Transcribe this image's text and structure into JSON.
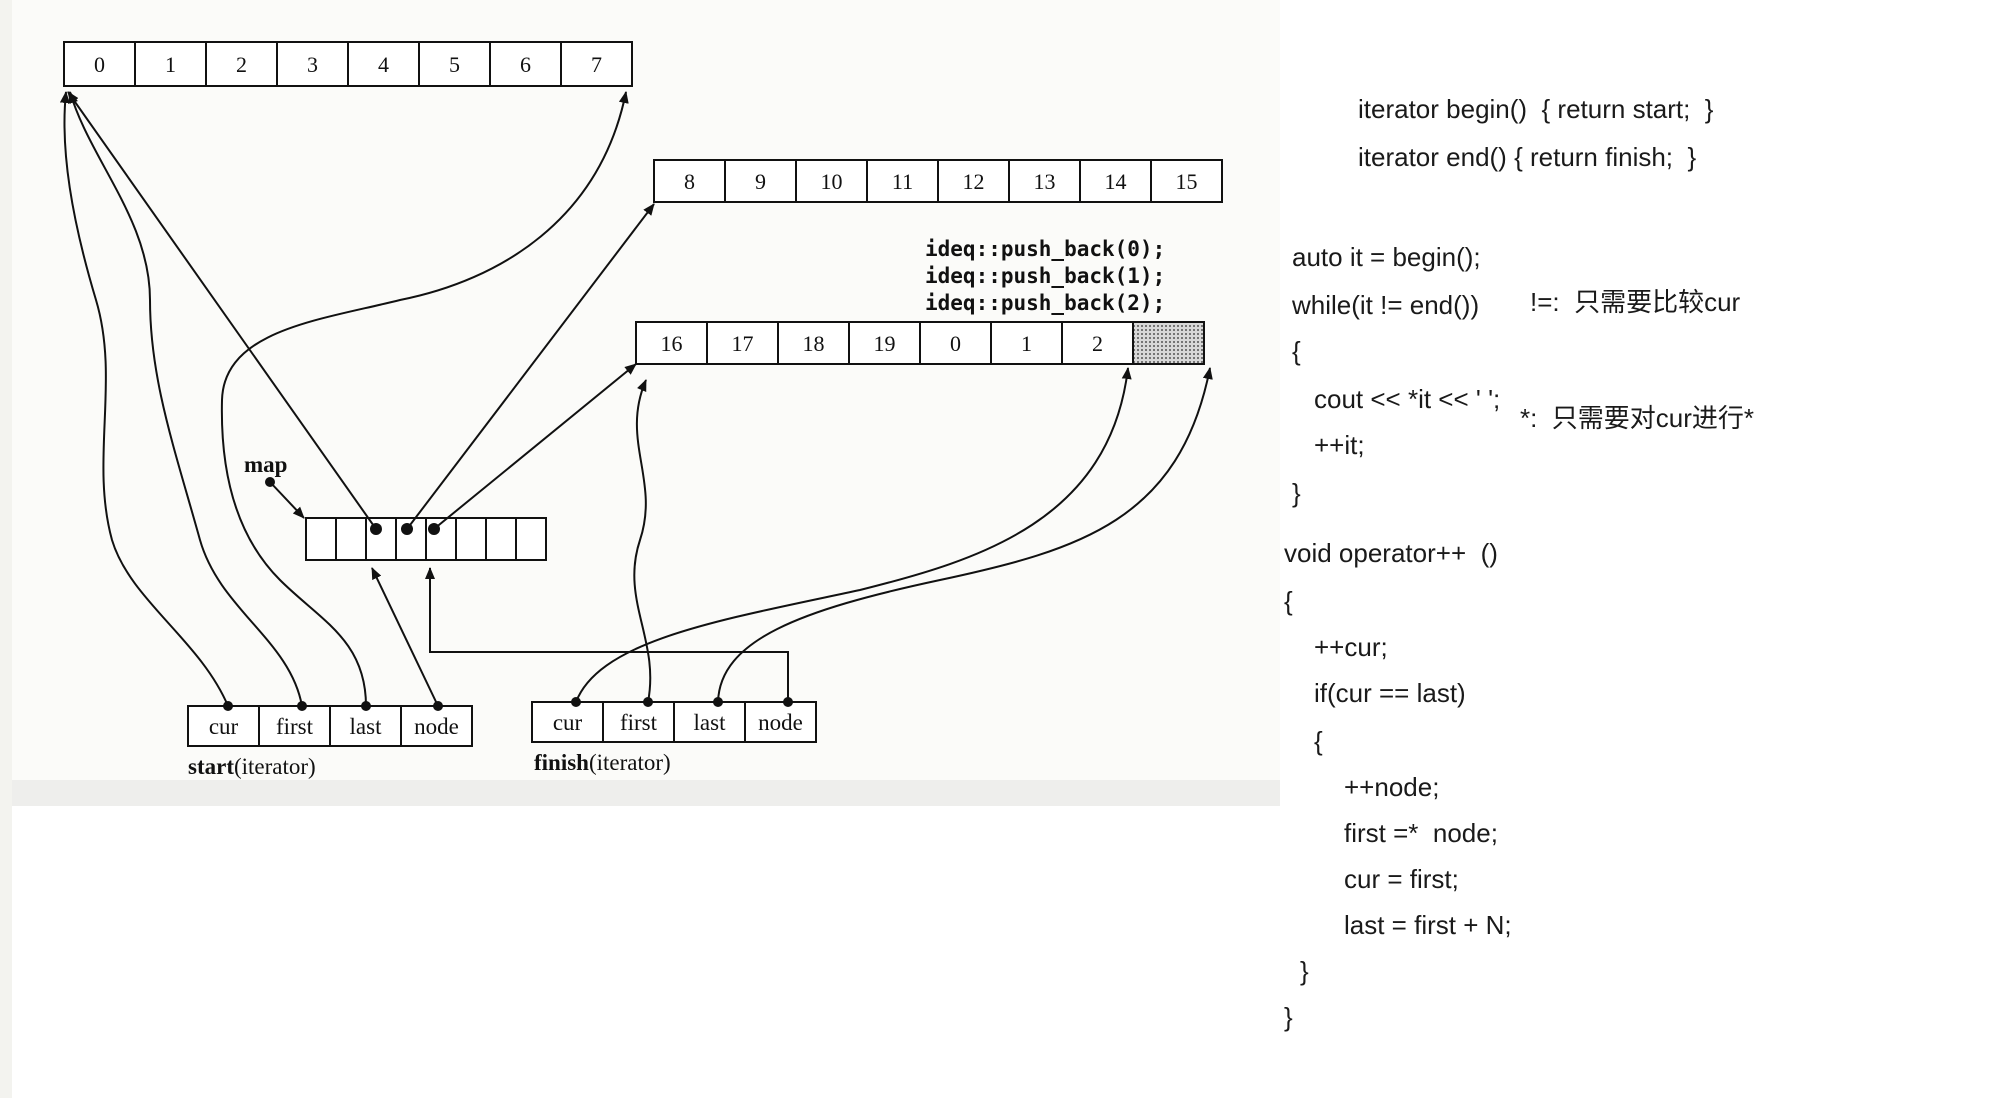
{
  "diagram": {
    "buffer_a": [
      "0",
      "1",
      "2",
      "3",
      "4",
      "5",
      "6",
      "7"
    ],
    "buffer_b": [
      "8",
      "9",
      "10",
      "11",
      "12",
      "13",
      "14",
      "15"
    ],
    "buffer_c": [
      "16",
      "17",
      "18",
      "19",
      "0",
      "1",
      "2",
      ""
    ],
    "push_back_ops": [
      "ideq::push_back(0);",
      "ideq::push_back(1);",
      "ideq::push_back(2);"
    ],
    "map_label": "map",
    "iterator_fields": [
      "cur",
      "first",
      "last",
      "node"
    ],
    "start_name": "start",
    "finish_name": "finish",
    "iterator_suffix": "(iterator)"
  },
  "code": {
    "begin_line": "iterator begin()  { return start;  }",
    "end_line": "iterator end() { return finish;  }",
    "loop_lines": [
      "auto it = begin();",
      "while(it != end())",
      "{",
      "cout << *it << ' ';",
      "++it;",
      "}"
    ],
    "operator_lines": [
      "void operator++  ()",
      "{",
      "++cur;",
      "if(cur == last)",
      "{",
      "++node;",
      "first =*  node;",
      "cur = first;",
      "last = first + N;",
      "}",
      "}"
    ]
  },
  "notes": {
    "neq_note": "!=:  只需要比较cur",
    "deref_note": "*:  只需要对cur进行*"
  }
}
